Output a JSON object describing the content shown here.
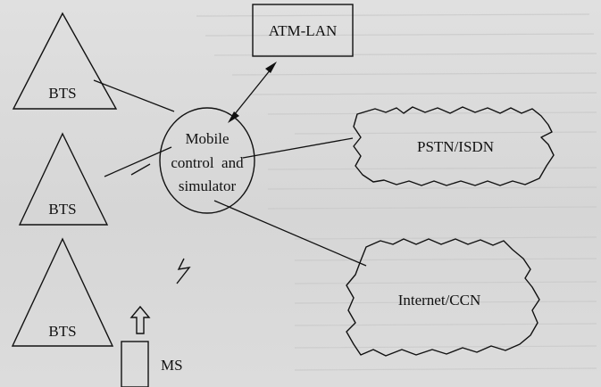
{
  "diagram": {
    "atm_lan": "ATM-LAN",
    "bts_labels": [
      "BTS",
      "BTS",
      "BTS"
    ],
    "center_line1": "Mobile",
    "center_line2": "control  and",
    "center_line3": "simulator",
    "pstn": "PSTN/ISDN",
    "internet": "Internet/CCN",
    "ms": "MS"
  },
  "colors": {
    "ink": "#111111",
    "paper": "#dcdcdc"
  }
}
